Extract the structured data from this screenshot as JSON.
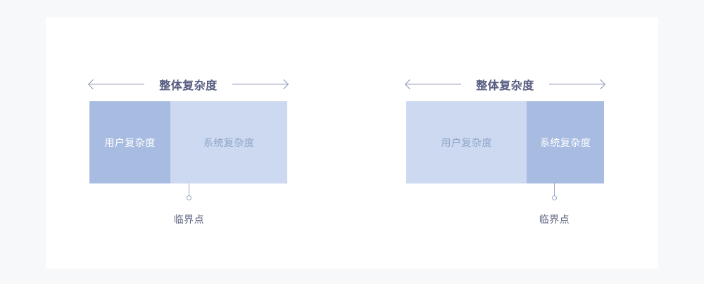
{
  "diagrams": [
    {
      "header_label": "整体复杂度",
      "left_arrow_icon": "arrow-left-icon",
      "right_arrow_icon": "arrow-right-icon",
      "segments": [
        {
          "label": "用户复杂度",
          "width_percent": 41,
          "color": "#a8bce2",
          "text_color": "#ffffff",
          "style": "dark"
        },
        {
          "label": "系统复杂度",
          "width_percent": 59,
          "color": "#ccd9f0",
          "text_color": "#8fa5c8",
          "style": "light"
        }
      ],
      "marker": {
        "label": "临界点",
        "position_percent": 41,
        "icon": "critical-point-marker-icon",
        "color": "#9aa6c4"
      }
    },
    {
      "header_label": "整体复杂度",
      "left_arrow_icon": "arrow-left-icon",
      "right_arrow_icon": "arrow-right-icon",
      "segments": [
        {
          "label": "用户复杂度",
          "width_percent": 61,
          "color": "#ccd9f0",
          "text_color": "#8fa5c8",
          "style": "light"
        },
        {
          "label": "系统复杂度",
          "width_percent": 39,
          "color": "#a8bce2",
          "text_color": "#ffffff",
          "style": "dark"
        }
      ],
      "marker": {
        "label": "临界点",
        "position_percent": 61,
        "icon": "critical-point-marker-icon",
        "color": "#9aa6c4"
      }
    }
  ],
  "theme": {
    "page_background": "#f7f8f9",
    "card_background": "#ffffff",
    "header_text_color": "#565d80",
    "arrow_color": "#8b94b4",
    "marker_color": "#9aa6c4",
    "marker_label_color": "#5d6480"
  }
}
